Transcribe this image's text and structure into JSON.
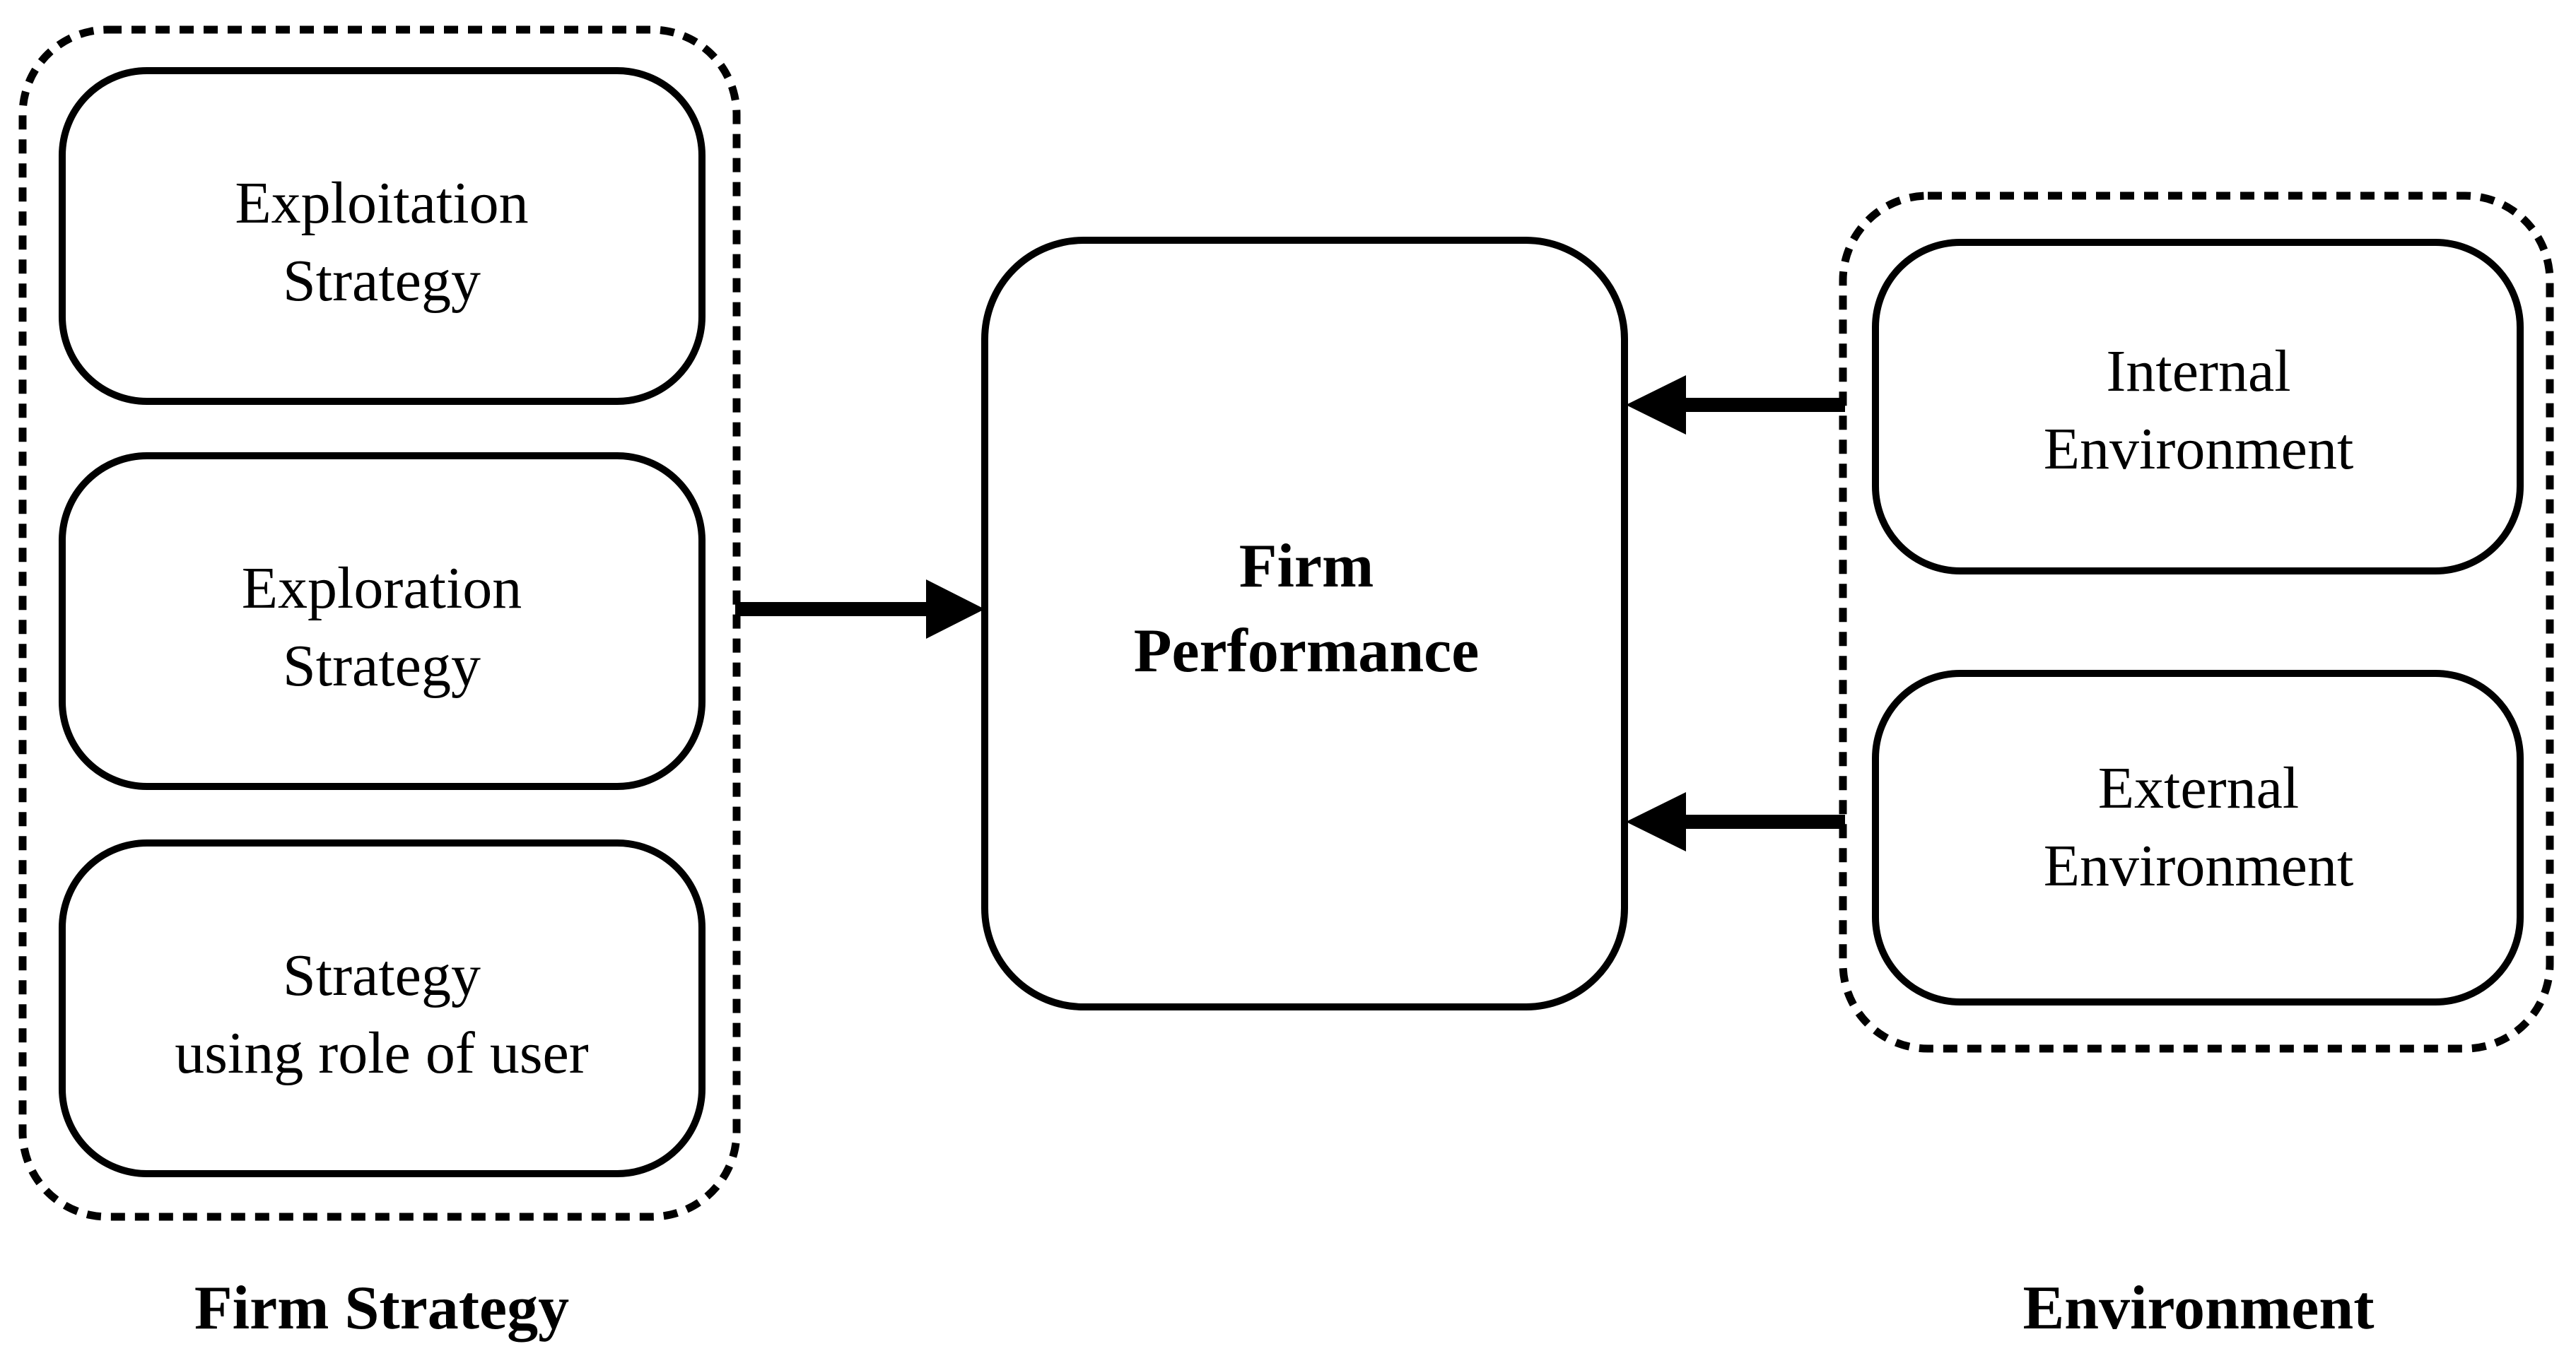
{
  "diagram": {
    "groups": {
      "firm_strategy": {
        "label": "Firm Strategy",
        "items": {
          "exploitation": {
            "line1": "Exploitation",
            "line2": "Strategy"
          },
          "exploration": {
            "line1": "Exploration",
            "line2": "Strategy"
          },
          "user_role": {
            "line1": "Strategy",
            "line2": "using role of user"
          }
        }
      },
      "environment": {
        "label": "Environment",
        "items": {
          "internal": {
            "line1": "Internal",
            "line2": "Environment"
          },
          "external": {
            "line1": "External",
            "line2": "Environment"
          }
        }
      }
    },
    "center": {
      "line1": "Firm",
      "line2": "Performance"
    },
    "edges": [
      {
        "from": "Firm Strategy",
        "to": "Firm Performance"
      },
      {
        "from": "Internal Environment",
        "to": "Firm Performance"
      },
      {
        "from": "External Environment",
        "to": "Firm Performance"
      }
    ]
  }
}
